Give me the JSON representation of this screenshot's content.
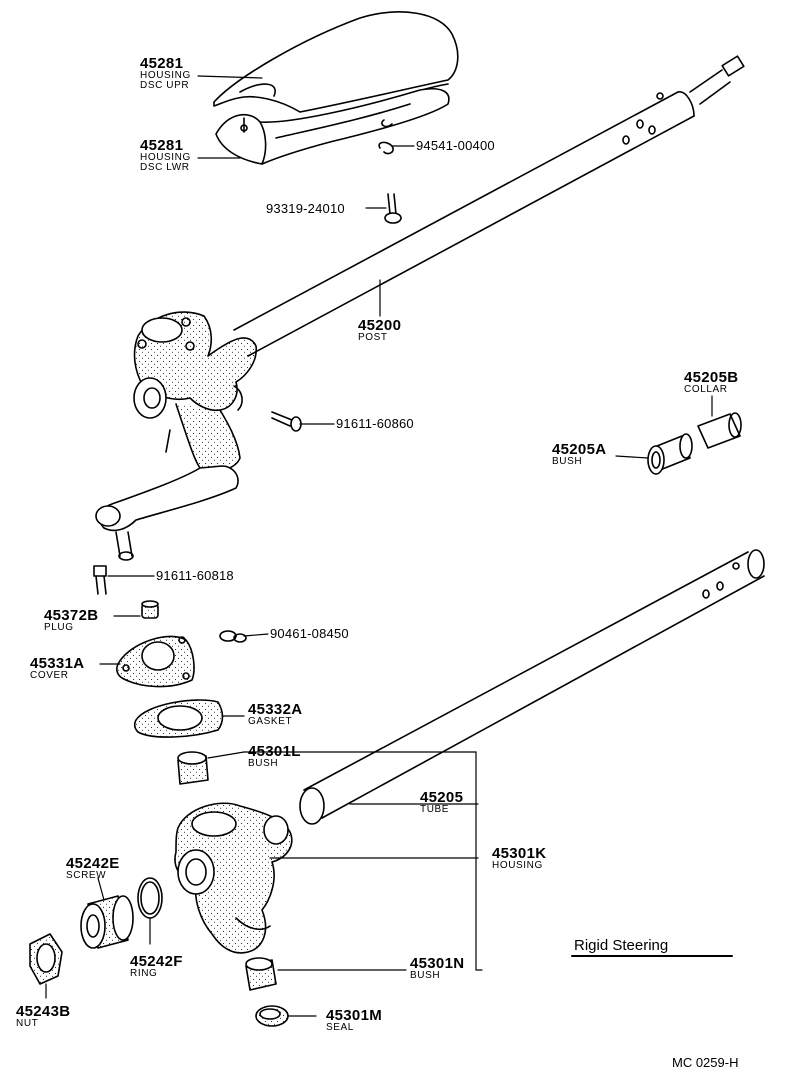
{
  "parts": [
    {
      "id": "p45281_upr",
      "number": "45281",
      "names": [
        "HOUSING",
        "DSC UPR"
      ]
    },
    {
      "id": "p45281_lwr",
      "number": "45281",
      "names": [
        "HOUSING",
        "DSC LWR"
      ]
    },
    {
      "id": "p94541",
      "number": "94541-00400",
      "names": []
    },
    {
      "id": "p93319",
      "number": "93319-24010",
      "names": []
    },
    {
      "id": "p45200",
      "number": "45200",
      "names": [
        "POST"
      ]
    },
    {
      "id": "p45205B",
      "number": "45205B",
      "names": [
        "COLLAR"
      ]
    },
    {
      "id": "p91611_860",
      "number": "91611-60860",
      "names": []
    },
    {
      "id": "p45205A",
      "number": "45205A",
      "names": [
        "BUSH"
      ]
    },
    {
      "id": "p91611_818",
      "number": "91611-60818",
      "names": []
    },
    {
      "id": "p45372B",
      "number": "45372B",
      "names": [
        "PLUG"
      ]
    },
    {
      "id": "p90461",
      "number": "90461-08450",
      "names": []
    },
    {
      "id": "p45331A",
      "number": "45331A",
      "names": [
        "COVER"
      ]
    },
    {
      "id": "p45332A",
      "number": "45332A",
      "names": [
        "GASKET"
      ]
    },
    {
      "id": "p45301L",
      "number": "45301L",
      "names": [
        "BUSH"
      ]
    },
    {
      "id": "p45205",
      "number": "45205",
      "names": [
        "TUBE"
      ]
    },
    {
      "id": "p45301K",
      "number": "45301K",
      "names": [
        "HOUSING"
      ]
    },
    {
      "id": "p45242E",
      "number": "45242E",
      "names": [
        "SCREW"
      ]
    },
    {
      "id": "p45242F",
      "number": "45242F",
      "names": [
        "RING"
      ]
    },
    {
      "id": "p45301N",
      "number": "45301N",
      "names": [
        "BUSH"
      ]
    },
    {
      "id": "p45243B",
      "number": "45243B",
      "names": [
        "NUT"
      ]
    },
    {
      "id": "p45301M",
      "number": "45301M",
      "names": [
        "SEAL"
      ]
    }
  ],
  "diagram_title": "Rigid Steering",
  "diagram_code": "MC 0259-H"
}
